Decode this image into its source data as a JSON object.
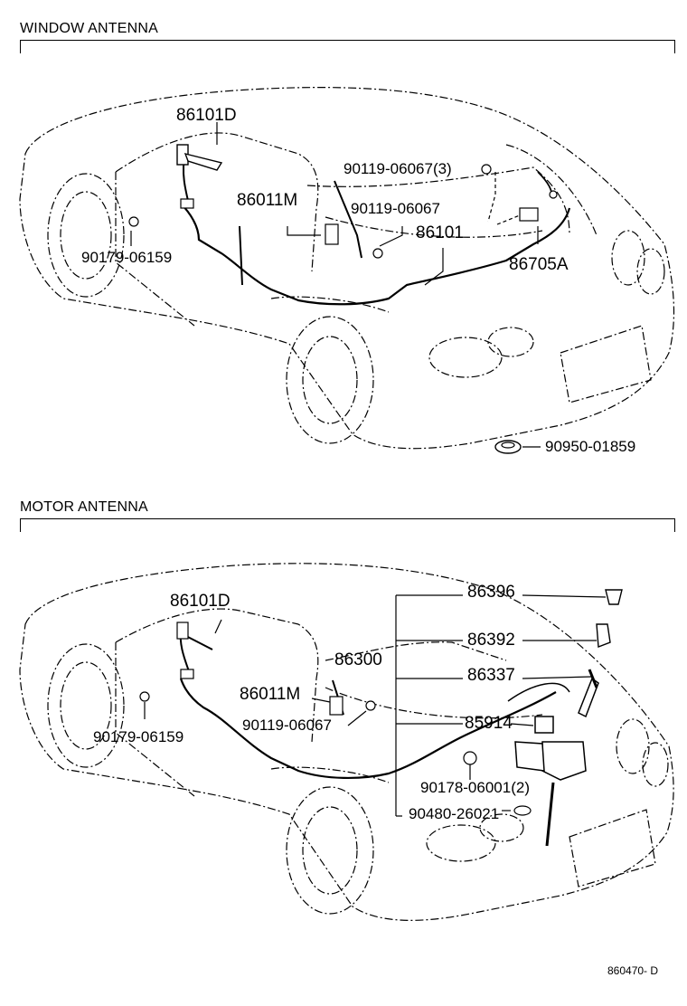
{
  "sections": {
    "window": {
      "title": "WINDOW  ANTENNA",
      "parts": {
        "p86101D": "86101D",
        "p86011M": "86011M",
        "p90119_3": "90119-06067(3)",
        "p90119": "90119-06067",
        "p86101": "86101",
        "p86705A": "86705A",
        "p90179": "90179-06159",
        "p90950": "90950-01859"
      }
    },
    "motor": {
      "title": "MOTOR ANTENNA",
      "parts": {
        "p86101D": "86101D",
        "p86396": "86396",
        "p86392": "86392",
        "p86300": "86300",
        "p86337": "86337",
        "p86011M": "86011M",
        "p90119": "90119-06067",
        "p85914": "85914",
        "p90179": "90179-06159",
        "p90178": "90178-06001(2)",
        "p90480": "90480-26021"
      }
    }
  },
  "reference_code": "860470- D",
  "colors": {
    "line": "#000000",
    "background": "#ffffff"
  }
}
